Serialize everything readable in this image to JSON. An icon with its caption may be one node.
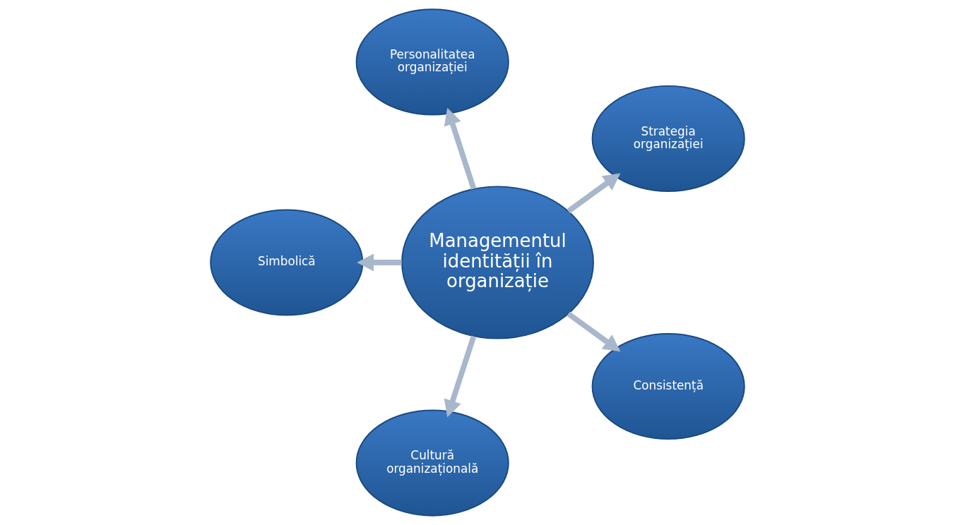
{
  "diagram": {
    "nodes": [
      {
        "text": [
          "Strategia organizației"
        ]
      },
      {
        "text": [
          "Personalitatea organizației"
        ]
      },
      {
        "text": [
          "Simbolică"
        ]
      },
      {
        "text": [
          "Managementul identității în organizație"
        ]
      },
      {
        "text": [
          "Cultură organizațională"
        ]
      },
      {
        "text": [
          "Consistență"
        ]
      }
    ],
    "edges": [
      {
        "from": 3,
        "to": 0,
        "arrow": "to"
      },
      {
        "from": 3,
        "to": 1,
        "arrow": "to"
      },
      {
        "from": 3,
        "to": 2,
        "arrow": "to"
      },
      {
        "from": 3,
        "to": 4,
        "arrow": "to"
      },
      {
        "from": 3,
        "to": 5,
        "arrow": "to"
      }
    ]
  }
}
